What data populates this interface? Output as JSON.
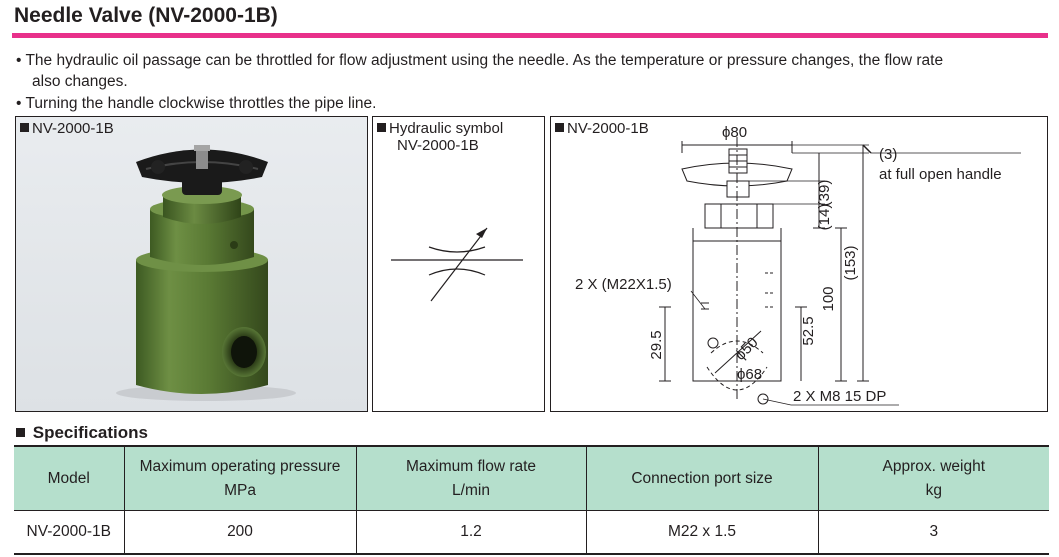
{
  "page": {
    "title": "Needle Valve (NV-2000-1B)",
    "bullets": [
      "The hydraulic oil passage can be throttled for flow adjustment using the needle. As the temperature or pressure changes, the flow rate",
      "also changes.",
      "Turning the handle clockwise throttles the pipe line."
    ]
  },
  "panels": {
    "photo_label": "NV-2000-1B",
    "symbol_label_1": "Hydraulic symbol",
    "symbol_label_2": "NV-2000-1B",
    "drawing_label": "NV-2000-1B"
  },
  "drawing": {
    "dim_handle": "ϕ80",
    "dim_3": "(3)",
    "note_open": "at full open handle",
    "dim_39": "(39)",
    "dim_14": "(14)",
    "dim_153": "(153)",
    "dim_100": "100",
    "dim_525": "52.5",
    "dim_295": "29.5",
    "dim_50": "ϕ50",
    "dim_68": "ϕ68",
    "note_port": "2 X (M22X1.5)",
    "note_bolt": "2 X M8 15 DP"
  },
  "specs": {
    "heading": "Specifications",
    "headers": [
      {
        "line1": "Model",
        "line2": ""
      },
      {
        "line1": "Maximum operating pressure",
        "line2": "MPa"
      },
      {
        "line1": "Maximum flow rate",
        "line2": "L/min"
      },
      {
        "line1": "Connection port size",
        "line2": ""
      },
      {
        "line1": "Approx. weight",
        "line2": "kg"
      }
    ],
    "row": [
      "NV-2000-1B",
      "200",
      "1.2",
      "M22 x 1.5",
      "3"
    ]
  },
  "colors": {
    "title_rule": "#e8308a",
    "table_header": "#b5dfcc",
    "valve_body": "#5c7a36",
    "handle": "#1a1a1a"
  }
}
